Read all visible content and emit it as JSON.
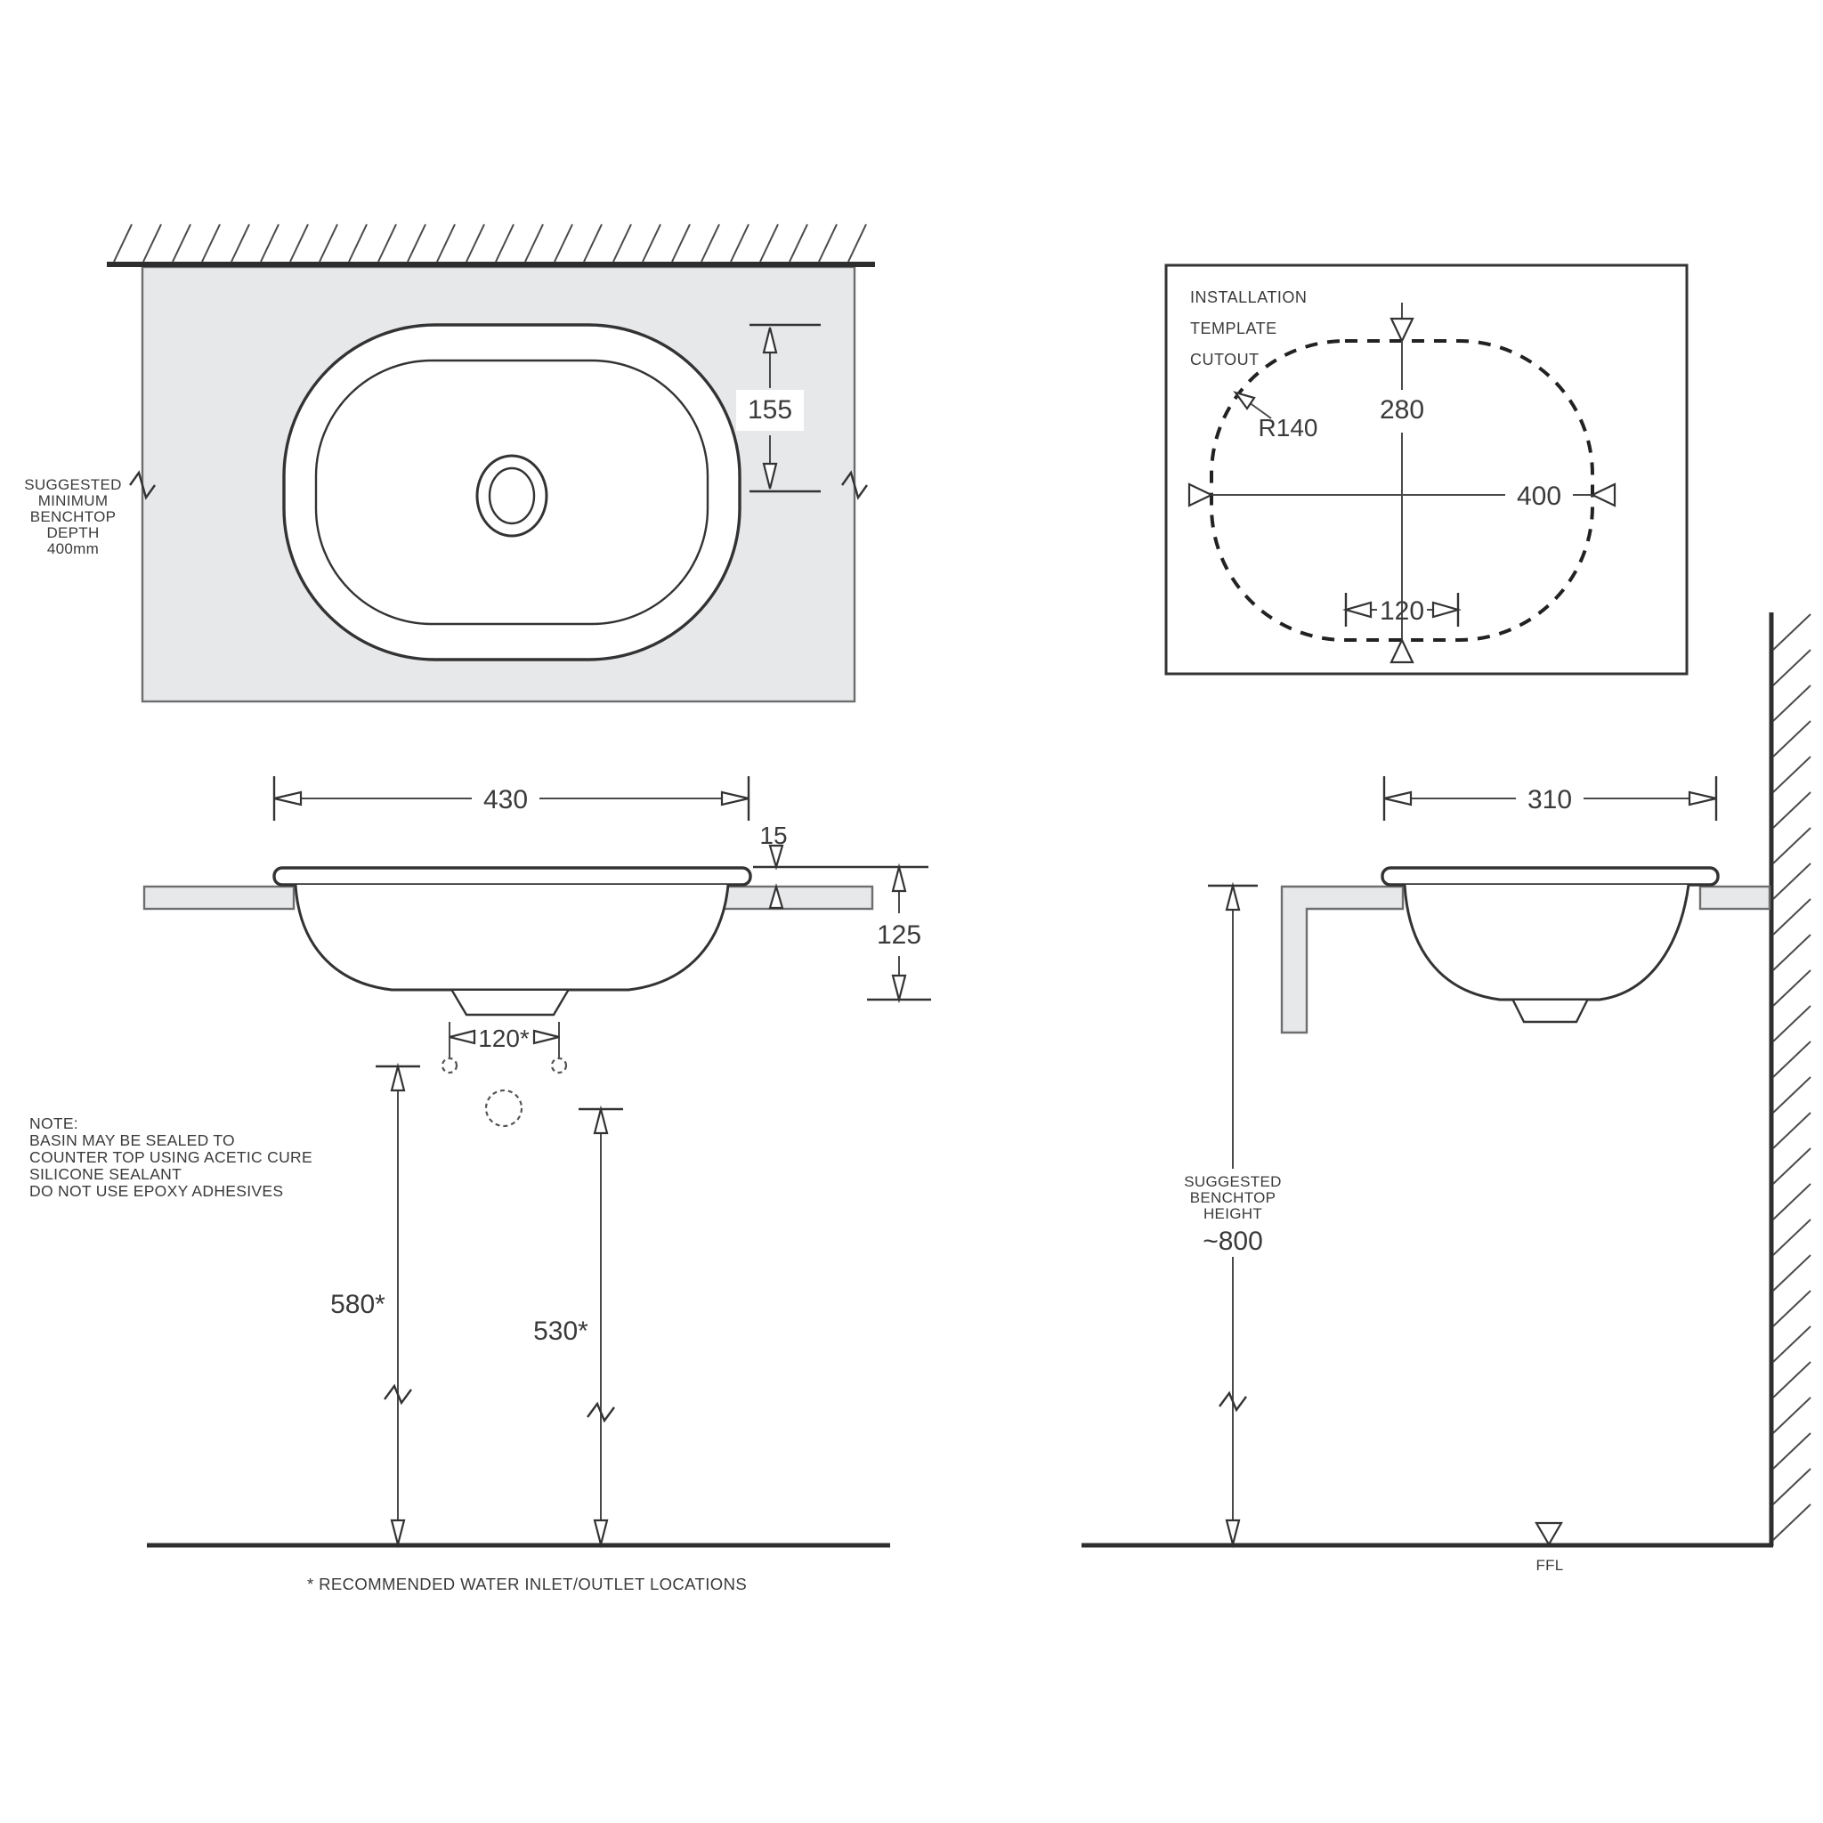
{
  "drawing": {
    "plan": {
      "benchtop_note": [
        "SUGGESTED",
        "MINIMUM",
        "BENCHTOP",
        "DEPTH",
        "400mm"
      ],
      "dim_inner_half_depth": "155"
    },
    "template": {
      "title": [
        "INSTALLATION",
        "TEMPLATE",
        "CUTOUT"
      ],
      "dim_corner_radius": "R140",
      "dim_cutout_depth": "280",
      "dim_cutout_width": "400",
      "dim_drain_offset": "120"
    },
    "front": {
      "dim_overall_width": "430",
      "dim_rim_above_bench": "15",
      "dim_overall_depth": "125",
      "dim_inlet_spacing": "120*",
      "dim_inlet_height": "580*",
      "dim_outlet_height": "530*",
      "note": [
        "NOTE:",
        "BASIN MAY BE SEALED TO",
        "COUNTER TOP USING ACETIC CURE",
        "SILICONE SEALANT",
        "DO NOT USE EPOXY ADHESIVES"
      ]
    },
    "side": {
      "dim_overall_depth": "310",
      "bench_height_note": [
        "SUGGESTED",
        "BENCHTOP",
        "HEIGHT"
      ],
      "dim_bench_height": "~800",
      "floor_level_label": "FFL"
    },
    "footer_note": "* RECOMMENDED WATER INLET/OUTLET LOCATIONS",
    "colors": {
      "line": "#333333",
      "text": "#3a3a3a",
      "benchtop_fill": "#e7e8ea"
    }
  }
}
